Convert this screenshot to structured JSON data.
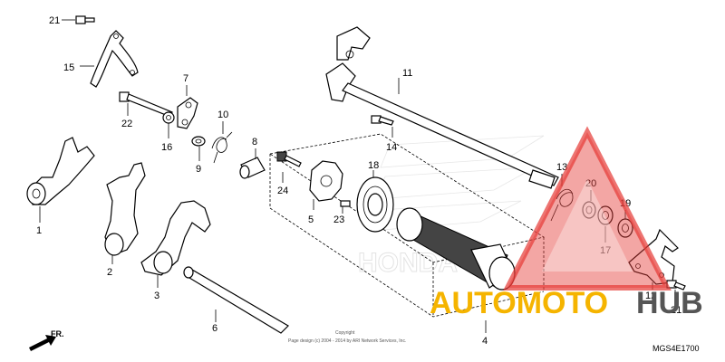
{
  "callouts": [
    {
      "id": "c21a",
      "text": "21"
    },
    {
      "id": "c15",
      "text": "15"
    },
    {
      "id": "c7",
      "text": "7"
    },
    {
      "id": "c22",
      "text": "22"
    },
    {
      "id": "c16",
      "text": "16"
    },
    {
      "id": "c10",
      "text": "10"
    },
    {
      "id": "c9",
      "text": "9"
    },
    {
      "id": "c8",
      "text": "8"
    },
    {
      "id": "c11",
      "text": "11"
    },
    {
      "id": "c14",
      "text": "14"
    },
    {
      "id": "c1",
      "text": "1"
    },
    {
      "id": "c2",
      "text": "2"
    },
    {
      "id": "c3",
      "text": "3"
    },
    {
      "id": "c24",
      "text": "24"
    },
    {
      "id": "c5",
      "text": "5"
    },
    {
      "id": "c18",
      "text": "18"
    },
    {
      "id": "c23",
      "text": "23"
    },
    {
      "id": "c13",
      "text": "13"
    },
    {
      "id": "c20",
      "text": "20"
    },
    {
      "id": "c19",
      "text": "19"
    },
    {
      "id": "c17",
      "text": "17"
    },
    {
      "id": "c12",
      "text": "12"
    },
    {
      "id": "c21b",
      "text": "21"
    },
    {
      "id": "c6",
      "text": "6"
    },
    {
      "id": "c4",
      "text": "4"
    }
  ],
  "copyright": {
    "line1": "Copyright",
    "line2": "Page design (c) 2004 - 2014 by ARI Network Services, Inc."
  },
  "diagram_code": "MGS4E1700",
  "front_label": "FR.",
  "watermark": {
    "part1": "AUTOMOTO",
    "part2": "HUB",
    "color_red": "#e53935",
    "color_gold": "#f5b400",
    "color_dark": "#555555"
  }
}
